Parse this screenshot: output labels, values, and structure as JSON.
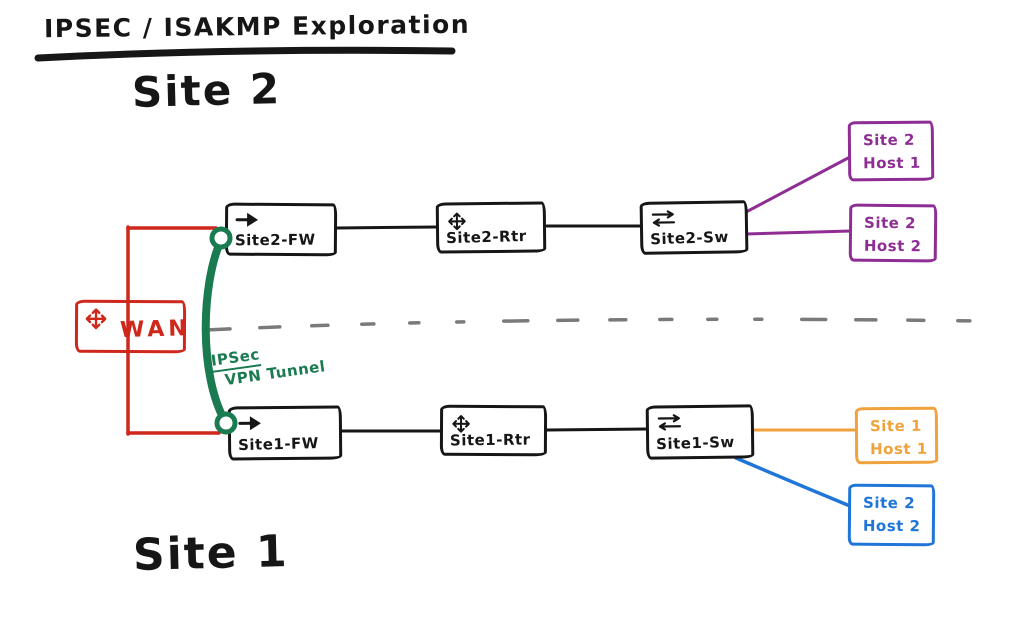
{
  "title": "IPSEC / ISAKMP Exploration",
  "headings": {
    "site2": "Site 2",
    "site1": "Site 1"
  },
  "wan": {
    "label": "WAN"
  },
  "tunnel": {
    "line1": "IPSec",
    "line2": "VPN Tunnel"
  },
  "site2": {
    "fw": {
      "label": "Site2-FW"
    },
    "rtr": {
      "label": "Site2-Rtr"
    },
    "sw": {
      "label": "Site2-Sw"
    },
    "host1": {
      "line1": "Site 2",
      "line2": "Host 1"
    },
    "host2": {
      "line1": "Site 2",
      "line2": "Host 2"
    }
  },
  "site1": {
    "fw": {
      "label": "Site1-FW"
    },
    "rtr": {
      "label": "Site1-Rtr"
    },
    "sw": {
      "label": "Site1-Sw"
    },
    "host1": {
      "line1": "Site 1",
      "line2": "Host 1"
    },
    "host2": {
      "line1": "Site 2",
      "line2": "Host 2"
    }
  },
  "icons": {
    "firewall": "arrow-right",
    "router": "four-way-arrows",
    "switch": "bidirectional-arrows",
    "wan": "four-way-arrows"
  },
  "colors": {
    "ink": "#161616",
    "red": "#cf271b",
    "green": "#1a7a50",
    "purple": "#8e2d93",
    "orange": "#f0a23d",
    "blue": "#1f75d8",
    "gray": "#7a7a7a"
  }
}
